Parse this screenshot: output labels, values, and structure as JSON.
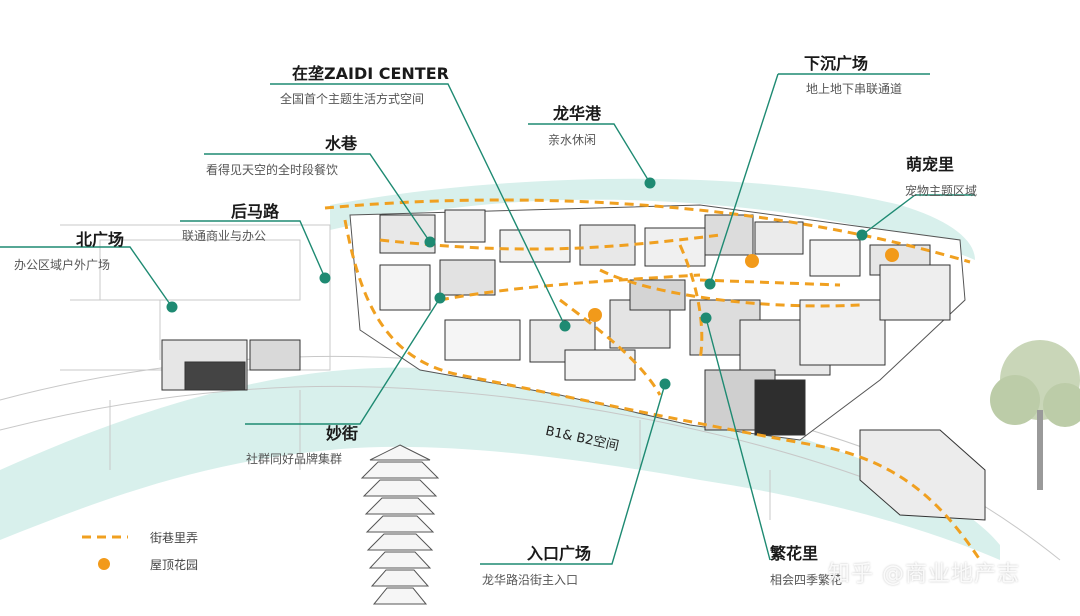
{
  "zones": [
    {
      "key": "zaidi",
      "title": "在垄ZAIDI CENTER",
      "desc": "全国首个主题生活方式空间"
    },
    {
      "key": "xiachen",
      "title": "下沉广场",
      "desc": "地上地下串联通道"
    },
    {
      "key": "longhua_gang",
      "title": "龙华港",
      "desc": "亲水休闲"
    },
    {
      "key": "shuixiang",
      "title": "水巷",
      "desc": "看得见天空的全时段餐饮"
    },
    {
      "key": "mengchong",
      "title": "萌宠里",
      "desc": "宠物主题区域"
    },
    {
      "key": "houma",
      "title": "后马路",
      "desc": "联通商业与办公"
    },
    {
      "key": "bei",
      "title": "北广场",
      "desc": "办公区域户外广场"
    },
    {
      "key": "miao",
      "title": "妙街",
      "desc": "社群同好品牌集群"
    },
    {
      "key": "rukou",
      "title": "入口广场",
      "desc": "龙华路沿街主入口"
    },
    {
      "key": "fanhua",
      "title": "繁花里",
      "desc": "相会四季繁花"
    }
  ],
  "space_label": "B1& B2空间",
  "legend": {
    "lane_label": "街巷里弄",
    "garden_label": "屋顶花园"
  },
  "watermark": "知乎 @商业地产志",
  "colors": {
    "leader": "#1e8a72",
    "dot": "#1e8a72",
    "lane": "#f0a020",
    "garden": "#f29a1a",
    "water": "#d4eeea"
  }
}
